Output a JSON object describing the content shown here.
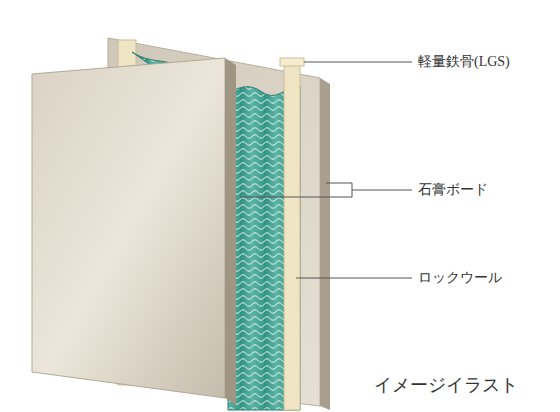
{
  "diagram": {
    "labels": [
      "軽量鉄骨(LGS)",
      "石膏ボード",
      "ロックウール",
      "イメージイラスト"
    ]
  }
}
